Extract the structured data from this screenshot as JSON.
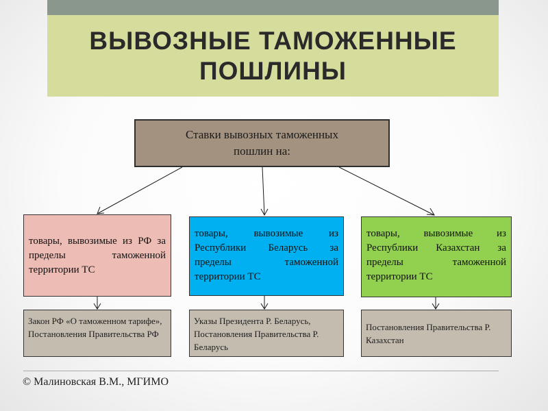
{
  "title": {
    "line1": "ВЫВОЗНЫЕ ТАМОЖЕННЫЕ",
    "line2": "ПОШЛИНЫ"
  },
  "root": {
    "line1": "Ставки вывозных таможенных",
    "line2": "пошлин на:"
  },
  "categories": [
    {
      "text": "товары, вывозимые из РФ за пределы таможенной территории ТС"
    },
    {
      "text": "товары, вывозимые из Республики Беларусь за пределы таможенной территории ТС"
    },
    {
      "text": "товары, вывозимые из Республики Казахстан за пределы таможенной территории ТС"
    }
  ],
  "legal_bases": [
    {
      "text": "Закон РФ «О таможенном тарифе», Постановления Правительства РФ"
    },
    {
      "text": "Указы Президента Р. Беларусь, Постановления Правительства Р. Беларусь"
    },
    {
      "text": "Постановления Правительства Р. Казахстан"
    }
  ],
  "footer": {
    "copyright": "© Малиновская В.М., МГИМО"
  },
  "colors": {
    "header_strip": "#8a978c",
    "title_background": "#d6dc9c",
    "root_box": "#a39280",
    "category_rf": "#edbcb4",
    "category_belarus": "#00b0f0",
    "category_kazakhstan": "#92d050",
    "legal_box": "#c4bcaf"
  }
}
